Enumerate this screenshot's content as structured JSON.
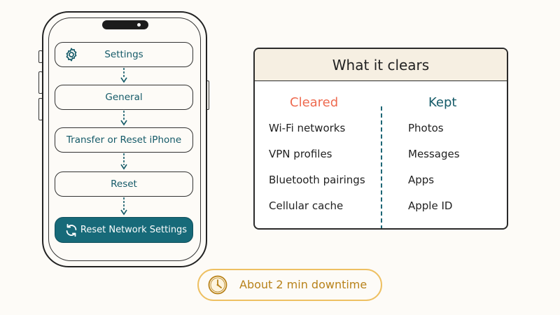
{
  "steps": [
    {
      "label": "Settings",
      "icon": "gear-icon"
    },
    {
      "label": "General"
    },
    {
      "label": "Transfer or Reset iPhone"
    },
    {
      "label": "Reset"
    },
    {
      "label": "Reset Network Settings",
      "icon": "refresh-icon"
    }
  ],
  "card": {
    "title": "What it clears",
    "cleared_title": "Cleared",
    "kept_title": "Kept",
    "cleared_items": [
      "Wi-Fi networks",
      "VPN profiles",
      "Bluetooth pairings",
      "Cellular cache"
    ],
    "kept_items": [
      "Photos",
      "Messages",
      "Apps",
      "Apple ID"
    ]
  },
  "badge": {
    "text": "About 2 min downtime",
    "icon": "clock-icon"
  },
  "colors": {
    "teal": "#176a79",
    "cleared": "#ee6a4f",
    "badge": "#eec062",
    "header_bg": "#f6efe2"
  }
}
